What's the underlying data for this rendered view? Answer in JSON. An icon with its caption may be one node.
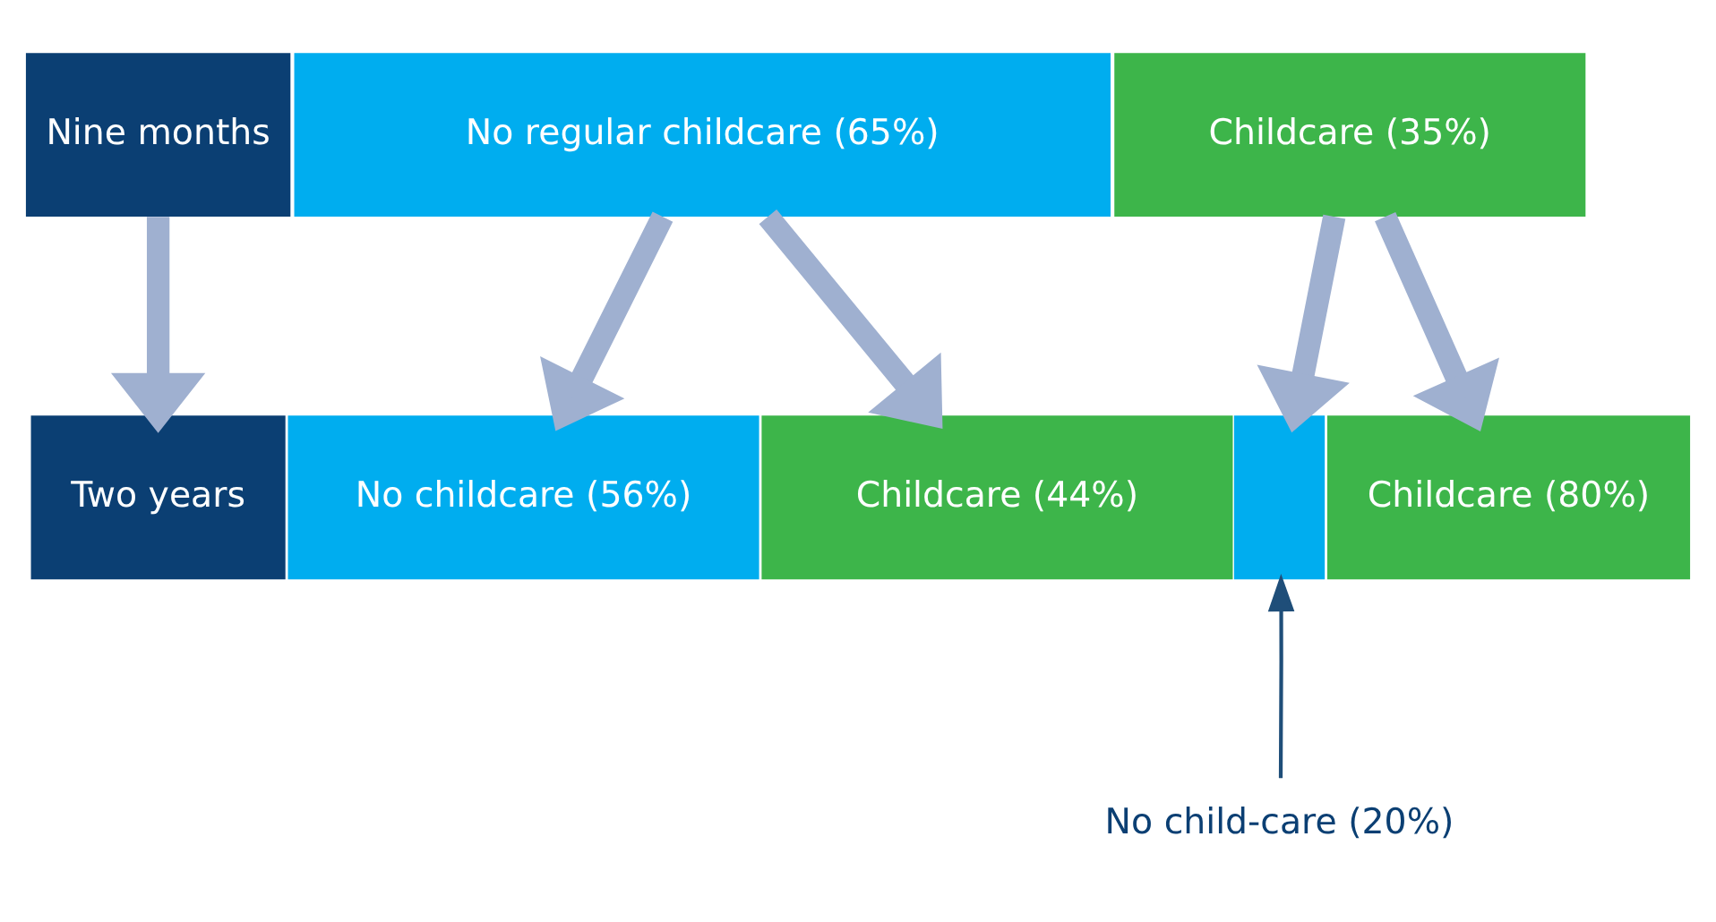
{
  "diagram": {
    "nodes": [
      {
        "text": [
          "Nine months"
        ]
      },
      {
        "text": [
          "No regular childcare (65%)"
        ]
      },
      {
        "text": [
          "Childcare (35%)"
        ]
      },
      {
        "text": [
          "Two years"
        ]
      },
      {
        "text": [
          "No childcare (56%)"
        ]
      },
      {
        "text": [
          "Childcare (44%)"
        ]
      },
      {
        "text": [],
        "shape": "box"
      },
      {
        "text": [
          "Childcare (80%)"
        ]
      },
      {
        "text": [
          "No child-care (20%)"
        ]
      }
    ],
    "edges": [
      {
        "from": 0,
        "to": 3,
        "arrow": "to"
      },
      {
        "from": 1,
        "to": 4,
        "arrow": "to"
      },
      {
        "from": 1,
        "to": 5,
        "arrow": "to"
      },
      {
        "from": 2,
        "to": 6,
        "arrow": "to"
      },
      {
        "from": 2,
        "to": 7,
        "arrow": "to"
      },
      {
        "from": 8,
        "to": 6,
        "arrow": "to",
        "color": "#1f4e79"
      }
    ]
  }
}
